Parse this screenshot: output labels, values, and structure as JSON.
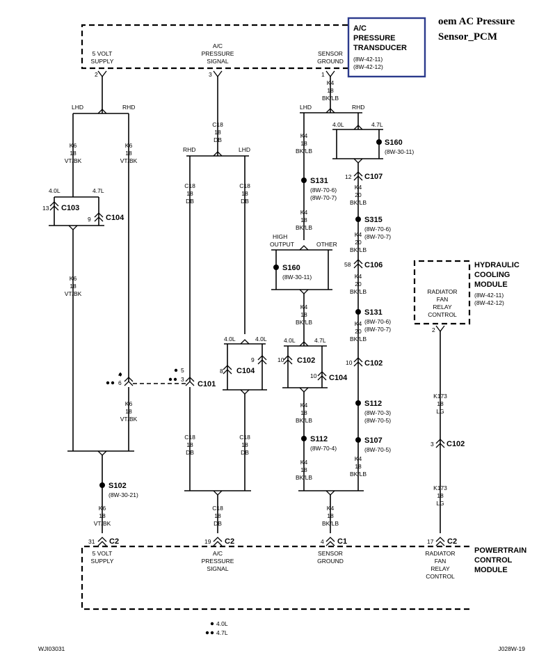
{
  "annotation": {
    "line1": "oem AC Pressure",
    "line2": "Sensor_PCM",
    "box_color": "#2b3a8c"
  },
  "transducer": {
    "title": [
      "A/C",
      "PRESSURE",
      "TRANSDUCER"
    ],
    "refs": [
      "(8W-42-11)",
      "(8W-42-12)"
    ],
    "pins": [
      {
        "num": "2",
        "label": [
          "5 VOLT",
          "SUPPLY"
        ]
      },
      {
        "num": "3",
        "label": [
          "A/C",
          "PRESSURE",
          "SIGNAL"
        ]
      },
      {
        "num": "1",
        "label": [
          "SENSOR",
          "GROUND"
        ]
      }
    ]
  },
  "hcm": {
    "title": [
      "HYDRAULIC",
      "COOLING",
      "MODULE"
    ],
    "refs": [
      "(8W-42-11)",
      "(8W-42-12)"
    ],
    "pin_label": [
      "RADIATOR",
      "FAN",
      "RELAY",
      "CONTROL"
    ],
    "pin_num": "2"
  },
  "pcm": {
    "title": [
      "POWERTRAIN",
      "CONTROL",
      "MODULE"
    ],
    "pins": [
      {
        "num": "31",
        "conn": "C2",
        "label": [
          "5 VOLT",
          "SUPPLY"
        ]
      },
      {
        "num": "19",
        "conn": "C2",
        "label": [
          "A/C",
          "PRESSURE",
          "SIGNAL"
        ]
      },
      {
        "num": "4",
        "conn": "C1",
        "label": [
          "SENSOR",
          "GROUND"
        ]
      },
      {
        "num": "17",
        "conn": "C2",
        "label": [
          "RADIATOR",
          "FAN",
          "RELAY",
          "CONTROL"
        ]
      }
    ]
  },
  "wires": {
    "k6": [
      "K6",
      "18",
      "VT/BK"
    ],
    "c18": [
      "C18",
      "18",
      "DB"
    ],
    "k4_18": [
      "K4",
      "18",
      "BK/LB"
    ],
    "k4_20": [
      "K4",
      "20",
      "BK/LB"
    ],
    "k173": [
      "K173",
      "18",
      "LG"
    ]
  },
  "splices": [
    {
      "name": "S102",
      "refs": [
        "(8W-30-21)"
      ]
    },
    {
      "name": "S131",
      "refs": [
        "(8W-70-6)",
        "(8W-70-7)"
      ]
    },
    {
      "name": "S160",
      "refs": [
        "(8W-30-11)"
      ]
    },
    {
      "name": "S112",
      "refs": [
        "(8W-70-4)"
      ]
    },
    {
      "name": "S160",
      "refs": [
        "(8W-30-11)"
      ]
    },
    {
      "name": "S315",
      "refs": [
        "(8W-70-6)",
        "(8W-70-7)"
      ]
    },
    {
      "name": "S131",
      "refs": [
        "(8W-70-6)",
        "(8W-70-7)"
      ]
    },
    {
      "name": "S112",
      "refs": [
        "(8W-70-3)",
        "(8W-70-5)"
      ]
    },
    {
      "name": "S107",
      "refs": [
        "(8W-70-5)"
      ]
    }
  ],
  "connectors": {
    "c103": {
      "name": "C103",
      "pin": "13"
    },
    "c104a": {
      "name": "C104",
      "pin": "9"
    },
    "c101": {
      "name": "C101",
      "pins": [
        "5",
        "3",
        "4",
        "6"
      ]
    },
    "c104b": {
      "name": "C104",
      "pins": [
        "8",
        "9"
      ]
    },
    "c102a": {
      "name": "C102",
      "pin": "10"
    },
    "c104c": {
      "name": "C104",
      "pin": "10"
    },
    "c107": {
      "name": "C107",
      "pin": "12"
    },
    "c106": {
      "name": "C106",
      "pin": "58"
    },
    "c102b": {
      "name": "C102",
      "pin": "10"
    },
    "c102c": {
      "name": "C102",
      "pin": "3"
    }
  },
  "options": {
    "lhd": "LHD",
    "rhd": "RHD",
    "e40": "4.0L",
    "e47": "4.7L",
    "high_output": [
      "HIGH",
      "OUTPUT"
    ],
    "other": "OTHER"
  },
  "legend": {
    "one_dot": "4.0L",
    "two_dots": "4.7L"
  },
  "footer": {
    "left": "WJI03031",
    "right": "J028W-19"
  }
}
